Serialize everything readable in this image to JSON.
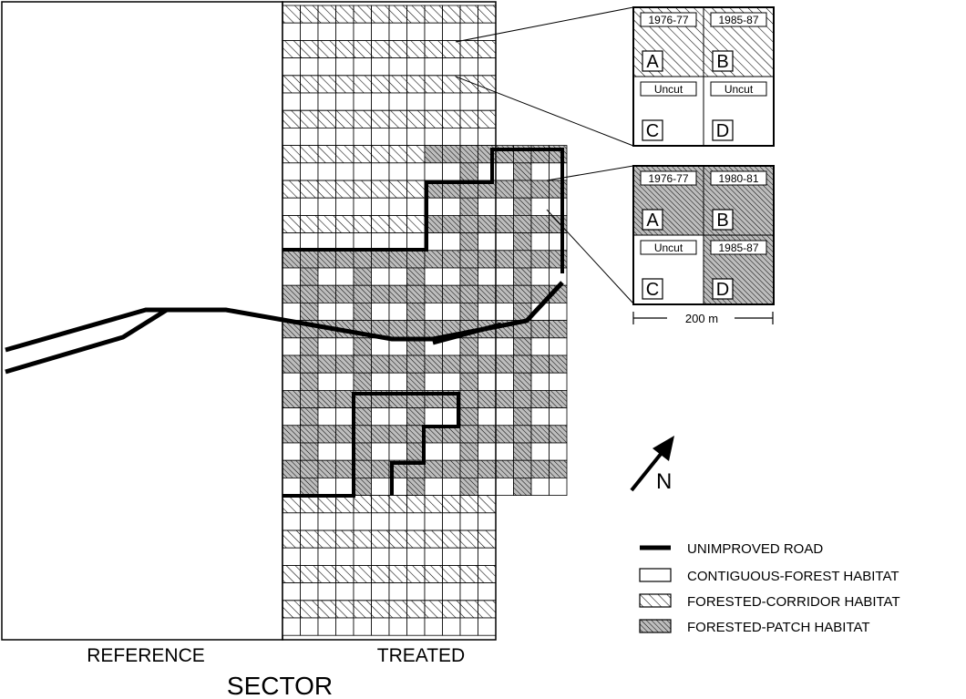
{
  "sector_labels": {
    "reference": "REFERENCE",
    "treated": "TREATED",
    "title": "SECTOR"
  },
  "inset_top": {
    "cells": [
      {
        "letter": "A",
        "tag": "1976-77",
        "habitat": "corridor"
      },
      {
        "letter": "B",
        "tag": "1985-87",
        "habitat": "corridor"
      },
      {
        "letter": "C",
        "tag": "Uncut",
        "habitat": "forest"
      },
      {
        "letter": "D",
        "tag": "Uncut",
        "habitat": "forest"
      }
    ]
  },
  "inset_bottom": {
    "cells": [
      {
        "letter": "A",
        "tag": "1976-77",
        "habitat": "patch"
      },
      {
        "letter": "B",
        "tag": "1980-81",
        "habitat": "patch"
      },
      {
        "letter": "C",
        "tag": "Uncut",
        "habitat": "forest"
      },
      {
        "letter": "D",
        "tag": "1985-87",
        "habitat": "patch"
      }
    ]
  },
  "scale_bar": {
    "label": "200 m"
  },
  "north_arrow": {
    "label": "N"
  },
  "legend": [
    {
      "key": "road",
      "label": "UNIMPROVED ROAD"
    },
    {
      "key": "forest",
      "label": "CONTIGUOUS-FOREST HABITAT"
    },
    {
      "key": "corridor",
      "label": "FORESTED-CORRIDOR HABITAT"
    },
    {
      "key": "patch",
      "label": "FORESTED-PATCH HABITAT"
    }
  ]
}
